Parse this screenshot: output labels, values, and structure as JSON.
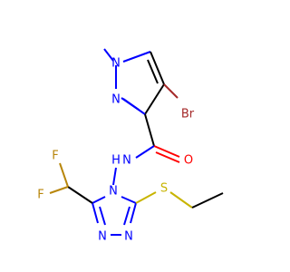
{
  "colors": {
    "background": "#ffffff",
    "carbon": "#000000",
    "nitrogen": "#0000ff",
    "oxygen": "#ff0000",
    "bromine": "#a52a2a",
    "fluorine": "#b8860b",
    "sulfur": "#c8b400"
  },
  "atoms": {
    "n_methyl": "N",
    "n_pyrazole": "N",
    "bromine": "Br",
    "nh": "N",
    "nh_h": "H",
    "oxygen": "O",
    "n_triazole_4": "N",
    "fluorine_upper": "F",
    "fluorine_lower": "F",
    "sulfur": "S",
    "n_triazole_2": "N",
    "n_triazole_1": "N"
  }
}
